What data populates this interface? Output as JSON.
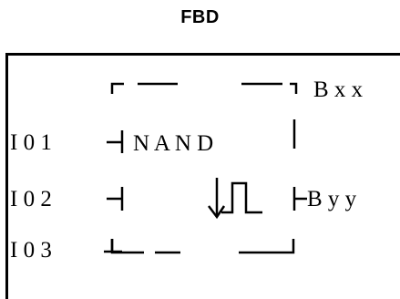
{
  "title": "FBD",
  "inputs": [
    {
      "label": "I 0 1"
    },
    {
      "label": "I 0 2"
    },
    {
      "label": "I 0 3"
    }
  ],
  "block": {
    "function": "N A N D",
    "edge_symbol": "falling-edge-pulse-icon"
  },
  "outputs": [
    {
      "label": "B x x"
    },
    {
      "label": "B y y"
    }
  ]
}
